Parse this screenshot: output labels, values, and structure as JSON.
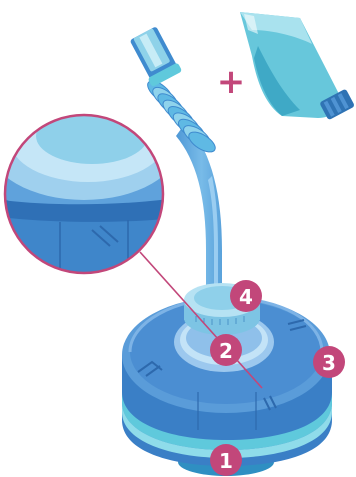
{
  "illustration": {
    "plus_symbol": "+",
    "badges": [
      {
        "id": "badge-1",
        "label": "1"
      },
      {
        "id": "badge-2",
        "label": "2"
      },
      {
        "id": "badge-3",
        "label": "3"
      },
      {
        "id": "badge-4",
        "label": "4"
      }
    ],
    "colors": {
      "badge": "#c2477a",
      "callout_ring": "#c2477a",
      "body_dark": "#3c7cc4",
      "body_mid": "#5b9bd8",
      "body_light": "#9cc8ee",
      "accent_cyan": "#5fc9dc",
      "tube": "#66aede"
    }
  }
}
